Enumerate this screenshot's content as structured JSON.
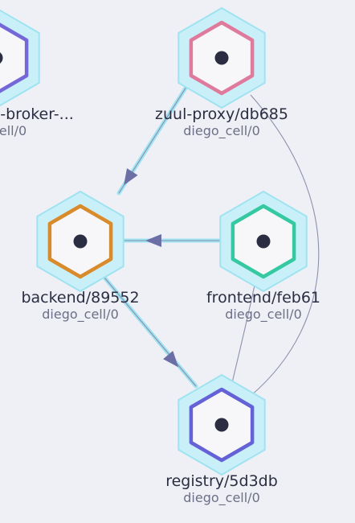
{
  "colors": {
    "background": "#eff0f5",
    "halo_fill": "#c9f0f9",
    "halo_stroke": "#9fe3f1",
    "node_fill": "#f7f7fa",
    "dot": "#2b2d42",
    "edge_traffic": "#9fe3f1",
    "edge_line": "#8b90ad",
    "arrow": "#6b6fa6"
  },
  "nodes": [
    {
      "id": "broker",
      "label": "d-broker-...",
      "sublabel": "ell/0",
      "ring_color": "#7468d8"
    },
    {
      "id": "zuul",
      "label": "zuul-proxy/db685",
      "sublabel": "diego_cell/0",
      "ring_color": "#e07a9c"
    },
    {
      "id": "backend",
      "label": "backend/89552",
      "sublabel": "diego_cell/0",
      "ring_color": "#d98b2b"
    },
    {
      "id": "frontend",
      "label": "frontend/feb61",
      "sublabel": "diego_cell/0",
      "ring_color": "#35c9a2"
    },
    {
      "id": "registry",
      "label": "registry/5d3db",
      "sublabel": "diego_cell/0",
      "ring_color": "#6462d6"
    }
  ],
  "edges": [
    {
      "id": "zuul-backend",
      "from": "zuul",
      "to": "backend",
      "style": "traffic"
    },
    {
      "id": "frontend-backend",
      "from": "frontend",
      "to": "backend",
      "style": "traffic"
    },
    {
      "id": "backend-registry",
      "from": "backend",
      "to": "registry",
      "style": "traffic"
    },
    {
      "id": "zuul-registry",
      "from": "zuul",
      "to": "registry",
      "style": "line"
    },
    {
      "id": "frontend-registry",
      "from": "frontend",
      "to": "registry",
      "style": "line"
    }
  ]
}
